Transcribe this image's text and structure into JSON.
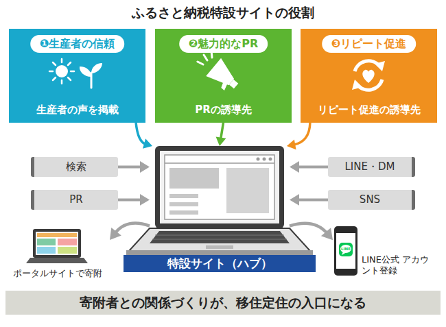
{
  "diagram": {
    "title": "ふるさと納税特設サイトの役割",
    "nodes": [
      {
        "text": [
          "❶生産者の信頼",
          "生産者の声を掲載"
        ]
      },
      {
        "text": [
          "❷魅力的なPR",
          "PRの誘導先"
        ]
      },
      {
        "text": [
          "❸リピート促進",
          "リピート促進の誘導先"
        ]
      },
      {
        "text": [
          "検索"
        ]
      },
      {
        "text": [
          "PR"
        ]
      },
      {
        "text": [
          "特設サイト（ハブ）"
        ]
      },
      {
        "text": [
          "LINE・DM"
        ]
      },
      {
        "text": [
          "SNS"
        ]
      },
      {
        "text": [
          "ポータルサイトで寄附"
        ]
      },
      {
        "text": [
          "LINE公式 アカウント登録"
        ]
      },
      {
        "text": [
          "寄附者との関係づくりが、移住定住の入口になる"
        ]
      }
    ],
    "edges": [
      {
        "from": 0,
        "to": 5,
        "arrow": "to"
      },
      {
        "from": 1,
        "to": 5,
        "arrow": "to"
      },
      {
        "from": 2,
        "to": 5,
        "arrow": "to"
      },
      {
        "from": 3,
        "to": 5,
        "arrow": "to"
      },
      {
        "from": 4,
        "to": 5,
        "arrow": "to"
      },
      {
        "from": 6,
        "to": 5,
        "arrow": "to"
      },
      {
        "from": 7,
        "to": 5,
        "arrow": "to"
      },
      {
        "from": 5,
        "to": 8,
        "arrow": "to"
      },
      {
        "from": 5,
        "to": 9,
        "arrow": "to"
      }
    ],
    "labels": [
      "LINE"
    ]
  }
}
